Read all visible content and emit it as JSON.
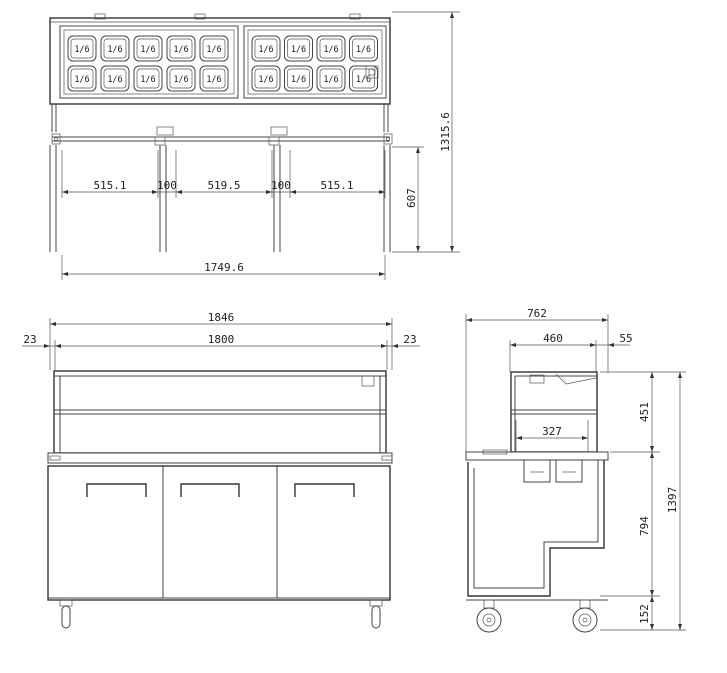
{
  "top_view": {
    "pan_label": "1/6",
    "left_bank_pans": 10,
    "right_bank_pans": 8,
    "dim_section_1": "515.1",
    "dim_post_1": "100",
    "dim_section_2": "519.5",
    "dim_post_2": "100",
    "dim_section_3": "515.1",
    "dim_overall_width": "1749.6",
    "dim_overall_depth": "1315.6",
    "dim_leg_depth": "607"
  },
  "front_view": {
    "dim_outer_width": "1846",
    "dim_inner_width": "1800",
    "dim_left_offset": "23",
    "dim_right_offset": "23",
    "door_count": 3
  },
  "side_view": {
    "dim_depth": "762",
    "dim_top_width": "460",
    "dim_overhang": "55",
    "dim_pan_width": "327",
    "dim_hood_height": "451",
    "dim_counter_height": "794",
    "dim_caster_height": "152",
    "dim_total_height": "1397"
  }
}
